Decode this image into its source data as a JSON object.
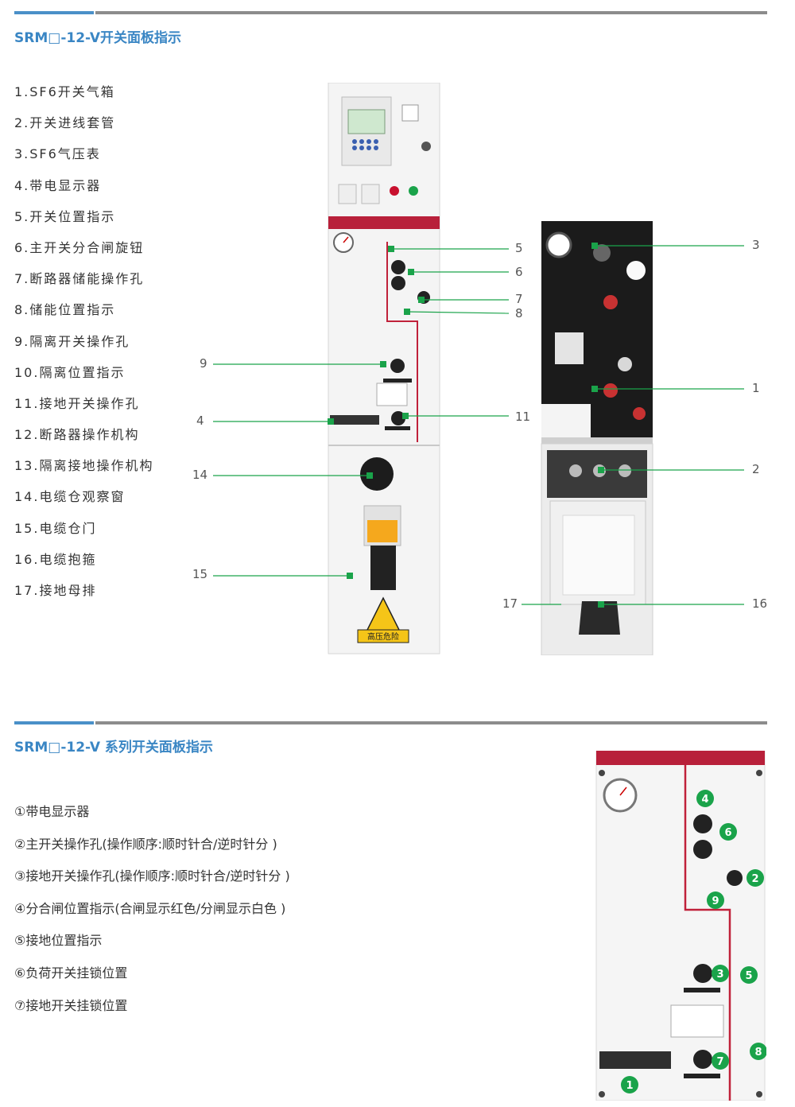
{
  "section1": {
    "title": "SRM□-12-V开关面板指示",
    "items": [
      "1.SF6开关气箱",
      "2.开关进线套管",
      "3.SF6气压表",
      "4.带电显示器",
      "5.开关位置指示",
      "6.主开关分合闸旋钮",
      "7.断路器储能操作孔",
      "8.储能位置指示",
      "9.隔离开关操作孔",
      "10.隔离位置指示",
      "11.接地开关操作孔",
      "12.断路器操作机构",
      "13.隔离接地操作机构",
      "14.电缆仓观察窗",
      "15.电缆仓门",
      "16.电缆抱箍",
      "17.接地母排"
    ],
    "callouts_left": [
      "5",
      "6",
      "7",
      "8",
      "9",
      "4",
      "11",
      "14",
      "15"
    ],
    "callouts_right": [
      "3",
      "1",
      "2",
      "17",
      "16"
    ],
    "warning_label": "高压危险"
  },
  "section2": {
    "title": "SRM□-12-V 系列开关面板指示",
    "items": [
      "①带电显示器",
      "②主开关操作孔(操作顺序:顺时针合/逆时针分 )",
      "③接地开关操作孔(操作顺序:顺时针合/逆时针分 )",
      "④分合闸位置指示(合闸显示红色/分闸显示白色 )",
      "⑤接地位置指示",
      "⑥负荷开关挂锁位置",
      "⑦接地开关挂锁位置"
    ],
    "badges": [
      "4",
      "6",
      "2",
      "9",
      "3",
      "5",
      "8",
      "7",
      "1"
    ]
  },
  "colors": {
    "accent": "#3a86c4",
    "rule_gray": "#8c8c8c",
    "marker_green": "#1aa34a",
    "panel_red": "#c0213a"
  }
}
